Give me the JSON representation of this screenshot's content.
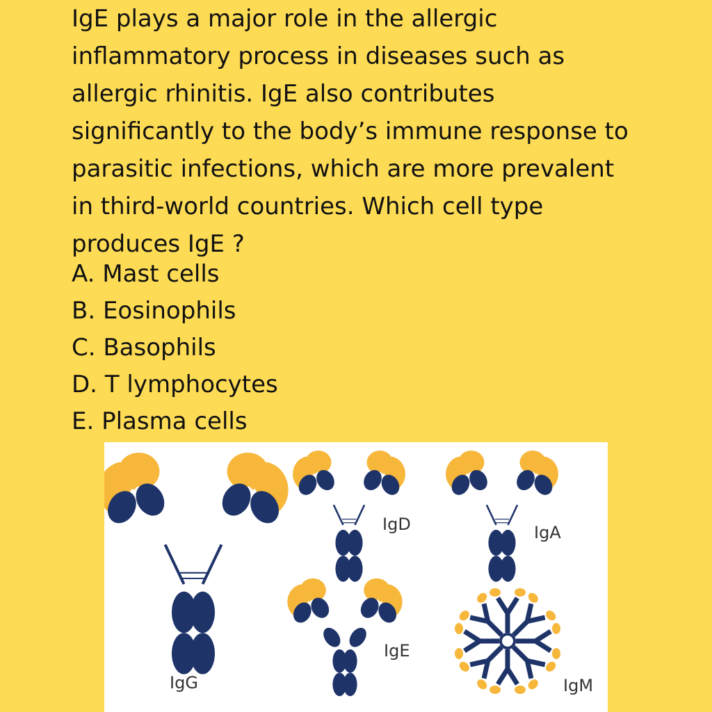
{
  "question": {
    "lines": [
      "IgE plays a major role in the allergic",
      "inflammatory process in diseases such as",
      "allergic rhinitis. IgE also contributes",
      "significantly to the body’s immune response to",
      "parasitic infections, which are more prevalent",
      "in third-world countries. Which cell type",
      "produces IgE ?"
    ]
  },
  "options": [
    "A. Mast cells",
    "B. Eosinophils",
    "C. Basophils",
    "D. T lymphocytes",
    "E. Plasma cells"
  ],
  "figure": {
    "labels": {
      "igg": "IgG",
      "igd": "IgD",
      "iga": "IgA",
      "ige": "IgE",
      "igm": "IgM"
    },
    "colors": {
      "heavy": "#1E3469",
      "light": "#F7B73B",
      "background": "#FFFFFF",
      "page": "#FDDB55"
    }
  }
}
